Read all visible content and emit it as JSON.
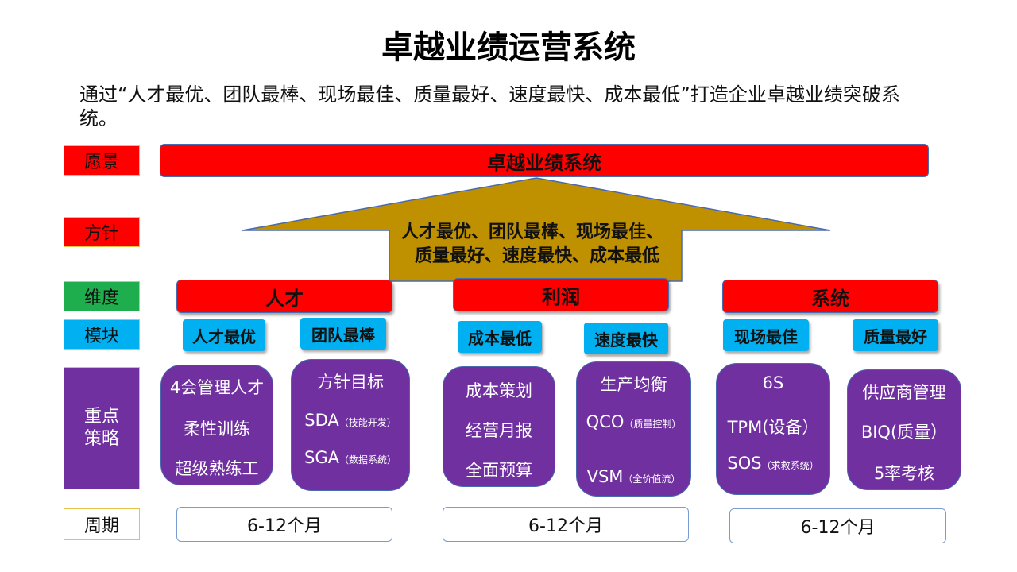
{
  "title": "卓越业绩运营系统",
  "intro": "通过“人才最优、团队最棒、现场最佳、质量最好、速度最快、成本最低”打造企业卓越业绩突破系统。",
  "row_labels": {
    "vision": "愿景",
    "policy": "方针",
    "dimension": "维度",
    "module": "模块",
    "strategy": "重点策略",
    "period": "周期"
  },
  "vision": "卓越业绩系统",
  "policy": {
    "line1": "人才最优、团队最棒、现场最佳、",
    "line2": "质量最好、速度最快、成本最低"
  },
  "colors": {
    "red": "#ff0000",
    "gold": "#bf9000",
    "blue": "#00b0f0",
    "purple": "#7030a0",
    "green": "#1fae4e"
  },
  "dimensions": [
    "人才",
    "利润",
    "系统"
  ],
  "modules": [
    "人才最优",
    "团队最棒",
    "成本最低",
    "速度最快",
    "现场最佳",
    "质量最好"
  ],
  "strategies": [
    {
      "items": [
        {
          "main": "4会管理人才"
        },
        {
          "main": "柔性训练"
        },
        {
          "main": "超级熟练工"
        }
      ]
    },
    {
      "items": [
        {
          "main": "方针目标"
        },
        {
          "main": "SDA",
          "note": "（技能开发）"
        },
        {
          "main": "SGA",
          "note": "（数据系统）"
        }
      ]
    },
    {
      "items": [
        {
          "main": "成本策划"
        },
        {
          "main": "经营月报"
        },
        {
          "main": "全面预算"
        }
      ]
    },
    {
      "items": [
        {
          "main": "生产均衡"
        },
        {
          "main": "QCO",
          "note": "（质量控制）"
        },
        {
          "main": "VSM",
          "note": "（全价值流）"
        }
      ]
    },
    {
      "items": [
        {
          "main": "6S"
        },
        {
          "main": "TPM(设备）"
        },
        {
          "main": "SOS",
          "note": "（求救系统）"
        }
      ]
    },
    {
      "items": [
        {
          "main": "供应商管理"
        },
        {
          "main": "BIQ(质量）"
        },
        {
          "main": "5率考核"
        }
      ]
    }
  ],
  "periods": [
    "6-12个月",
    "6-12个月",
    "6-12个月"
  ]
}
